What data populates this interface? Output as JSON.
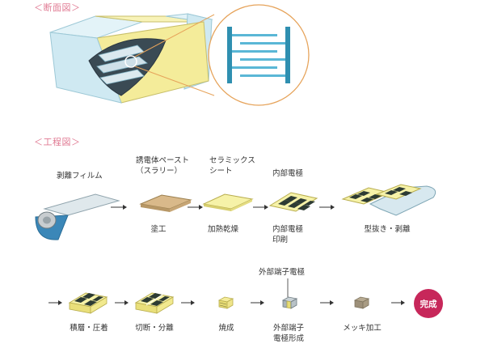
{
  "cross_section": {
    "heading": "＜断面図＞"
  },
  "process": {
    "heading": "＜工程図＞",
    "row1_top_labels": {
      "dielectric_paste": "誘電体ペースト\n（スラリー）",
      "ceramic_sheet": "セラミックス\nシート",
      "internal_electrode": "内部電極"
    },
    "steps": [
      "剥離フィルム",
      "塗工",
      "加熱乾燥",
      "内部電極\n印刷",
      "型抜き・剥離",
      "積層・圧着",
      "切断・分離",
      "焼成",
      "外部端子\n電極形成",
      "メッキ加工"
    ],
    "external_electrode_top": "外部端子電極",
    "complete": "完成"
  },
  "colors": {
    "heading": "#e07a93",
    "complete_badge": "#c7275a",
    "electrode_teal": "#2f8fb0",
    "chip_yellow": "#f4ec9a",
    "chip_blue": "#cfe9f2"
  }
}
